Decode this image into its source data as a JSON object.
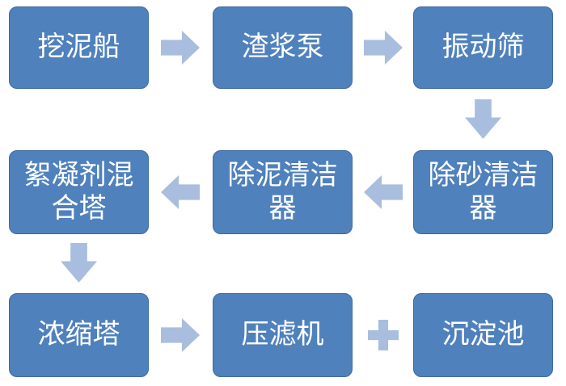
{
  "colors": {
    "node_fill": "#4f81bd",
    "node_border": "#41699f",
    "node_text": "#ffffff",
    "arrow_fill": "#a9bede",
    "background": "#ffffff"
  },
  "flowchart": {
    "nodes": [
      {
        "label": "挖泥船"
      },
      {
        "label": "渣浆泵"
      },
      {
        "label": "振动筛"
      },
      {
        "label": "絮凝剂混合塔"
      },
      {
        "label": "除泥清洁器"
      },
      {
        "label": "除砂清洁器"
      },
      {
        "label": "浓缩塔"
      },
      {
        "label": "压滤机"
      },
      {
        "label": "沉淀池"
      }
    ],
    "connectors": [
      {
        "from": "挖泥船",
        "to": "渣浆泵",
        "type": "arrow-right"
      },
      {
        "from": "渣浆泵",
        "to": "振动筛",
        "type": "arrow-right"
      },
      {
        "from": "振动筛",
        "to": "除砂清洁器",
        "type": "arrow-down"
      },
      {
        "from": "除砂清洁器",
        "to": "除泥清洁器",
        "type": "arrow-left"
      },
      {
        "from": "除泥清洁器",
        "to": "絮凝剂混合塔",
        "type": "arrow-left"
      },
      {
        "from": "絮凝剂混合塔",
        "to": "浓缩塔",
        "type": "arrow-down"
      },
      {
        "from": "浓缩塔",
        "to": "压滤机",
        "type": "arrow-right"
      },
      {
        "from": "压滤机",
        "to": "沉淀池",
        "type": "plus"
      }
    ]
  }
}
